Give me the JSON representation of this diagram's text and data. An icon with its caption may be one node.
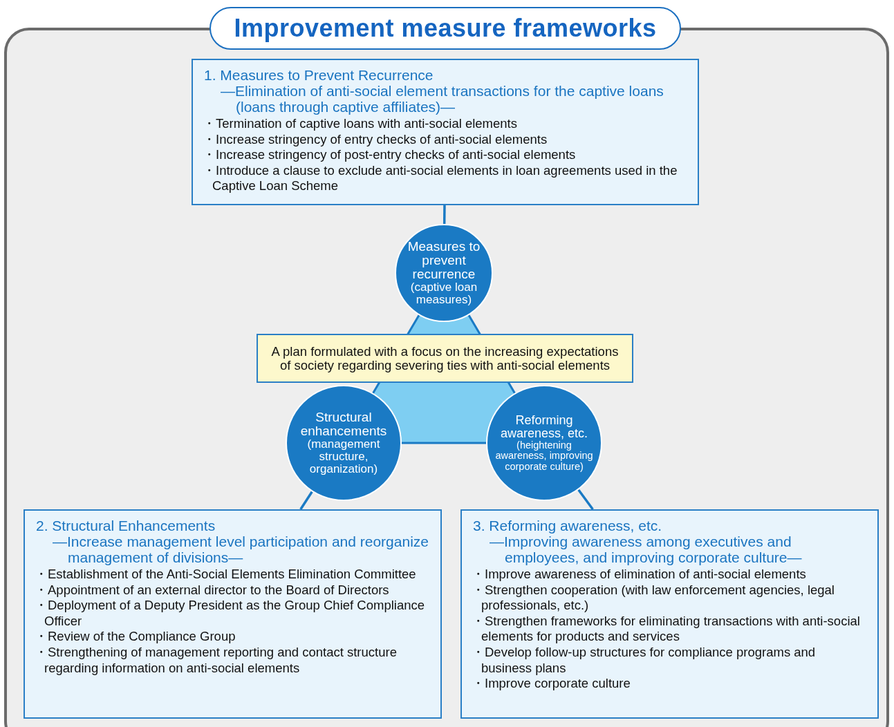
{
  "diagram": {
    "title": "Improvement measure frameworks",
    "nodes": [
      {
        "text": [
          "1. Measures to Prevent Recurrence",
          "—Elimination of anti-social element transactions for the captive loans (loans through captive affiliates)—",
          "・Termination of captive loans with anti-social elements",
          "・Increase stringency of entry checks of anti-social elements",
          "・Increase stringency of post-entry checks of anti-social elements",
          "・Introduce a clause to exclude anti-social elements in loan agreements used in the Captive Loan Scheme"
        ]
      },
      {
        "text": [
          "Measures to prevent recurrence",
          "(captive loan measures)"
        ]
      },
      {
        "text": [
          "A plan formulated with a focus on the increasing expectations of society regarding severing ties with anti-social elements"
        ]
      },
      {
        "text": [
          "Structural enhancements",
          "(management structure, organization)"
        ]
      },
      {
        "text": [
          "Reforming awareness, etc.",
          "(heightening awareness, improving corporate culture)"
        ]
      },
      {
        "text": [
          "2. Structural Enhancements",
          "—Increase management level participation and reorganize management of divisions—",
          "・Establishment of the Anti-Social Elements Elimination Committee",
          "・Appointment of an external director to the Board of Directors",
          "・Deployment of a Deputy President as the Group Chief Compliance Officer",
          "・Review of the Compliance Group",
          "・Strengthening of management reporting and contact structure regarding information on anti-social elements"
        ]
      },
      {
        "text": [
          "3. Reforming awareness, etc.",
          "—Improving awareness among executives and employees, and improving corporate culture—",
          "・Improve awareness of elimination of anti-social elements",
          "・Strengthen cooperation (with law enforcement agencies, legal professionals, etc.)",
          "・Strengthen frameworks for eliminating transactions with anti-social elements for products and services",
          "・Develop follow-up structures for compliance programs and business plans",
          "・Improve corporate culture"
        ]
      }
    ],
    "edges": [
      {
        "from": 0,
        "to": 1,
        "arrow": "none"
      },
      {
        "from": 3,
        "to": 5,
        "arrow": "none"
      },
      {
        "from": 4,
        "to": 6,
        "arrow": "none"
      }
    ]
  }
}
